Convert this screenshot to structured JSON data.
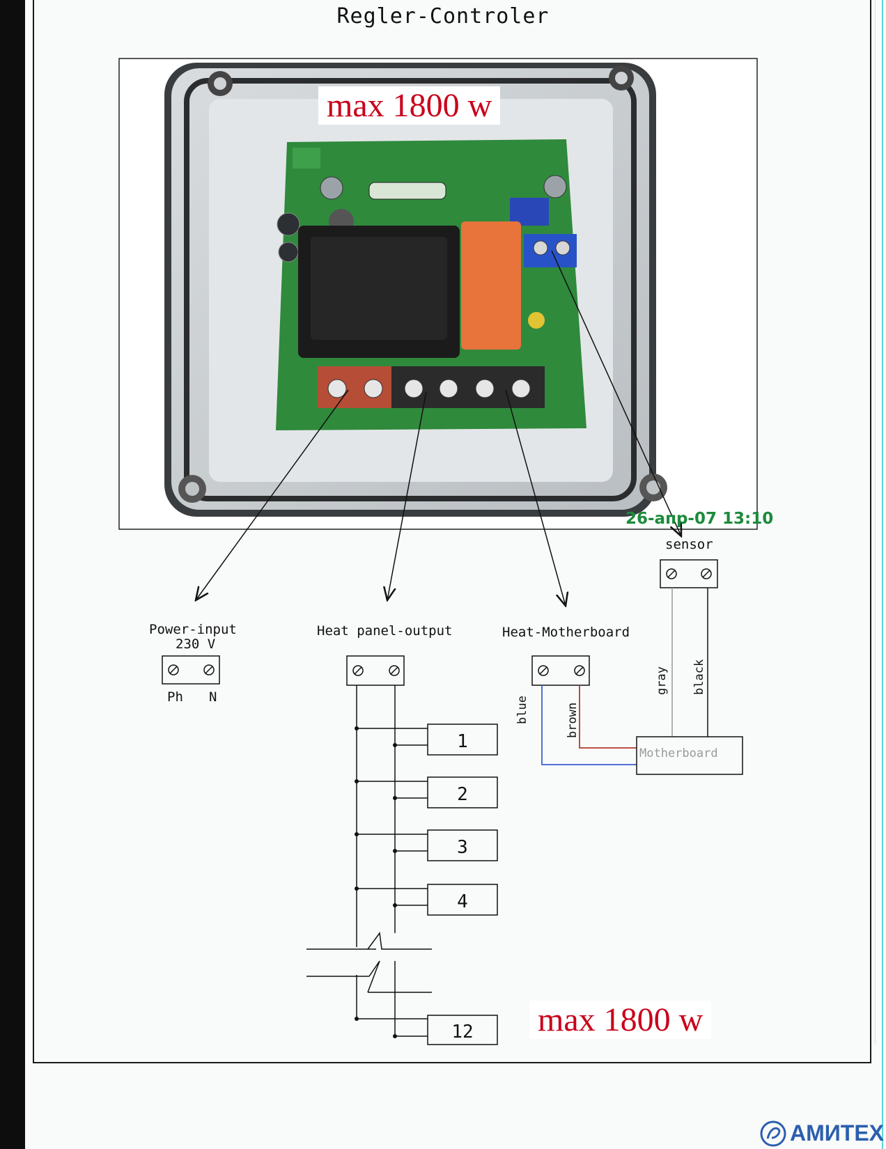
{
  "title": "Regler-Controler",
  "photo": {
    "overlay_text": "max 1800 w",
    "timestamp": "26-апр-07 13:10"
  },
  "blocks": {
    "sensor": {
      "label": "sensor"
    },
    "power": {
      "label": "Power-input",
      "voltage": "230 V",
      "terminal_left": "Ph",
      "terminal_right": "N"
    },
    "heat_panel": {
      "label": "Heat panel-output"
    },
    "heat_mb": {
      "label": "Heat-Motherboard"
    }
  },
  "wires": {
    "blue": "blue",
    "brown": "brown",
    "gray": "gray",
    "black": "black"
  },
  "motherboard": {
    "label": "Motherboard"
  },
  "panels": [
    "1",
    "2",
    "3",
    "4",
    "12"
  ],
  "bottom_note": "max 1800 w",
  "logo": {
    "text": "АМИТЕХ",
    "icon": "amitex-logo-icon"
  },
  "colors": {
    "overlay_text": "#c9001a",
    "timestamp": "#1c8a3b",
    "wire_blue": "#3b5fcf",
    "wire_brown": "#b13a2c",
    "wire_gray": "#9a9a9a",
    "logo": "#2b5fae",
    "pcb_green": "#2f8a3c",
    "relay_orange": "#e8743c"
  }
}
